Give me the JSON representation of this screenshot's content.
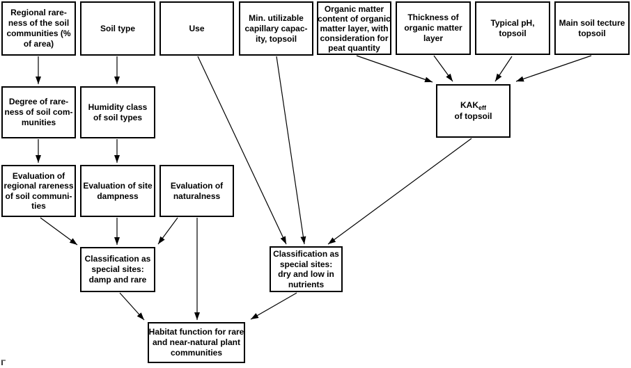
{
  "diagram": {
    "background_color": "#ffffff",
    "box_fill_color": "#ffffff",
    "box_border_color": "#000000",
    "text_color": "#000000",
    "arrow_color": "#000000"
  },
  "nodes": {
    "regional_rareness": {
      "label": "Regional rare-\nness of the soil\ncommunities (%\nof area)"
    },
    "soil_type": {
      "label": "Soil type"
    },
    "use": {
      "label": "Use"
    },
    "min_capillary": {
      "label": "Min. utilizable\ncapillary capac-\nity, topsoil"
    },
    "organic_matter": {
      "label": "Organic matter\ncontent of organic\nmatter layer, with\nconsideration for\npeat quantity"
    },
    "thickness_organic": {
      "label": "Thickness of\norganic matter\nlayer"
    },
    "typical_ph": {
      "label": "Typical pH,\ntopsoil"
    },
    "soil_texture": {
      "label": "Main soil tecture\ntopsoil"
    },
    "degree_of_rareness": {
      "label": "Degree of rare-\nness of soil com-\nmunities"
    },
    "humidity_class": {
      "label": "Humidity class\nof soil types"
    },
    "eval_regional_rareness": {
      "label": "Evaluation of\nregional rareness\nof soil communi-\nties"
    },
    "eval_site_dampness": {
      "label": "Evaluation of site\ndampness"
    },
    "eval_naturalness": {
      "label": "Evaluation of\nnaturalness"
    },
    "kak_eff": {
      "line1_main": "KAK",
      "line1_sub": "eff",
      "line2": "of topsoil"
    },
    "class_damp_rare": {
      "label": "Classification as\nspecial sites:\ndamp and rare"
    },
    "class_dry_nutrients": {
      "label": "Classification as\nspecial sites:\ndry and low in\nnutrients"
    },
    "habitat_function": {
      "label": "Habitat function for rare\nand near-natural plant\ncommunities"
    }
  },
  "edges": [
    {
      "from": "regional_rareness",
      "to": "degree_of_rareness"
    },
    {
      "from": "soil_type",
      "to": "humidity_class"
    },
    {
      "from": "degree_of_rareness",
      "to": "eval_regional_rareness"
    },
    {
      "from": "humidity_class",
      "to": "eval_site_dampness"
    },
    {
      "from": "eval_regional_rareness",
      "to": "class_damp_rare"
    },
    {
      "from": "eval_site_dampness",
      "to": "class_damp_rare"
    },
    {
      "from": "eval_naturalness",
      "to": "class_damp_rare"
    },
    {
      "from": "eval_naturalness",
      "to": "habitat_function"
    },
    {
      "from": "use",
      "to": "class_dry_nutrients"
    },
    {
      "from": "min_capillary",
      "to": "class_dry_nutrients"
    },
    {
      "from": "organic_matter",
      "to": "kak_eff"
    },
    {
      "from": "thickness_organic",
      "to": "kak_eff"
    },
    {
      "from": "typical_ph",
      "to": "kak_eff"
    },
    {
      "from": "soil_texture",
      "to": "kak_eff"
    },
    {
      "from": "kak_eff",
      "to": "class_dry_nutrients"
    },
    {
      "from": "class_damp_rare",
      "to": "habitat_function"
    },
    {
      "from": "class_dry_nutrients",
      "to": "habitat_function"
    }
  ]
}
